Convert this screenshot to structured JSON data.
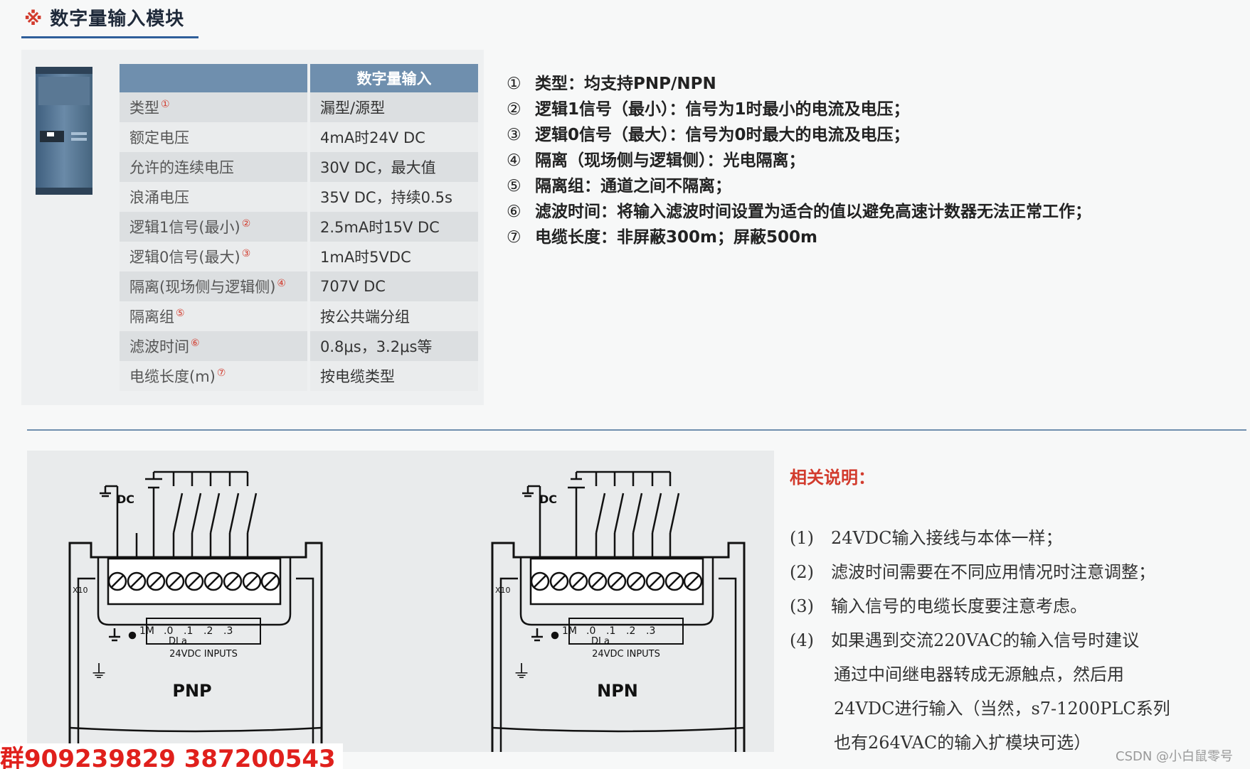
{
  "header": {
    "mark": "※",
    "title": "数字量输入模块"
  },
  "spec_table": {
    "header": "数字量输入",
    "rows": [
      {
        "label": "类型",
        "mark": "①",
        "value": "漏型/源型"
      },
      {
        "label": "额定电压",
        "mark": "",
        "value": "4mA时24V DC"
      },
      {
        "label": "允许的连续电压",
        "mark": "",
        "value": "30V DC，最大值"
      },
      {
        "label": "浪涌电压",
        "mark": "",
        "value": "35V DC，持续0.5s"
      },
      {
        "label": "逻辑1信号(最小)",
        "mark": "②",
        "value": "2.5mA时15V DC"
      },
      {
        "label": "逻辑0信号(最大)",
        "mark": "③",
        "value": "1mA时5VDC"
      },
      {
        "label": "隔离(现场侧与逻辑侧)",
        "mark": "④",
        "value": "707V DC"
      },
      {
        "label": "隔离组",
        "mark": "⑤",
        "value": "按公共端分组"
      },
      {
        "label": "滤波时间",
        "mark": "⑥",
        "value": "0.8μs，3.2μs等"
      },
      {
        "label": "电缆长度(m)",
        "mark": "⑦",
        "value": "按电缆类型"
      }
    ]
  },
  "notes": [
    {
      "num": "①",
      "text": "类型：均支持PNP/NPN"
    },
    {
      "num": "②",
      "text": "逻辑1信号（最小）：信号为1时最小的电流及电压；"
    },
    {
      "num": "③",
      "text": "逻辑0信号（最大）：信号为0时最大的电流及电压；"
    },
    {
      "num": "④",
      "text": "隔离（现场侧与逻辑侧）：光电隔离；"
    },
    {
      "num": "⑤",
      "text": "隔离组：通道之间不隔离；"
    },
    {
      "num": "⑥",
      "text": "滤波时间：将输入滤波时间设置为适合的值以避免高速计数器无法正常工作；"
    },
    {
      "num": "⑦",
      "text": "电缆长度：非屏蔽300m；屏蔽500m"
    }
  ],
  "diagrams": [
    {
      "label": "PNP",
      "dc": "DC",
      "terminals": [
        "1M",
        ".0",
        ".1",
        ".2",
        ".3"
      ],
      "group": "DI a",
      "inputs": "24VDC INPUTS",
      "connector": "X10"
    },
    {
      "label": "NPN",
      "dc": "DC",
      "terminals": [
        "1M",
        ".0",
        ".1",
        ".2",
        ".3"
      ],
      "group": "DI a",
      "inputs": "24VDC INPUTS",
      "connector": "X10"
    }
  ],
  "related": {
    "title": "相关说明：",
    "items": [
      {
        "num": "(1)",
        "lines": [
          "24VDC输入接线与本体一样；"
        ]
      },
      {
        "num": "(2)",
        "lines": [
          "滤波时间需要在不同应用情况时注意调整；"
        ]
      },
      {
        "num": "(3)",
        "lines": [
          "输入信号的电缆长度要注意考虑。"
        ]
      },
      {
        "num": "(4)",
        "lines": [
          "如果遇到交流220VAC的输入信号时建议",
          "通过中间继电器转成无源触点，然后用",
          "24VDC进行输入（当然，s7-1200PLC系列",
          "也有264VAC的输入扩模块可选）"
        ]
      }
    ]
  },
  "watermark": "CSDN @小白鼠零号",
  "overlay_text": "群909239829    387200543",
  "colors": {
    "accent": "#2f5f9a",
    "table_header": "#6f8fae",
    "red": "#d23b2d"
  }
}
